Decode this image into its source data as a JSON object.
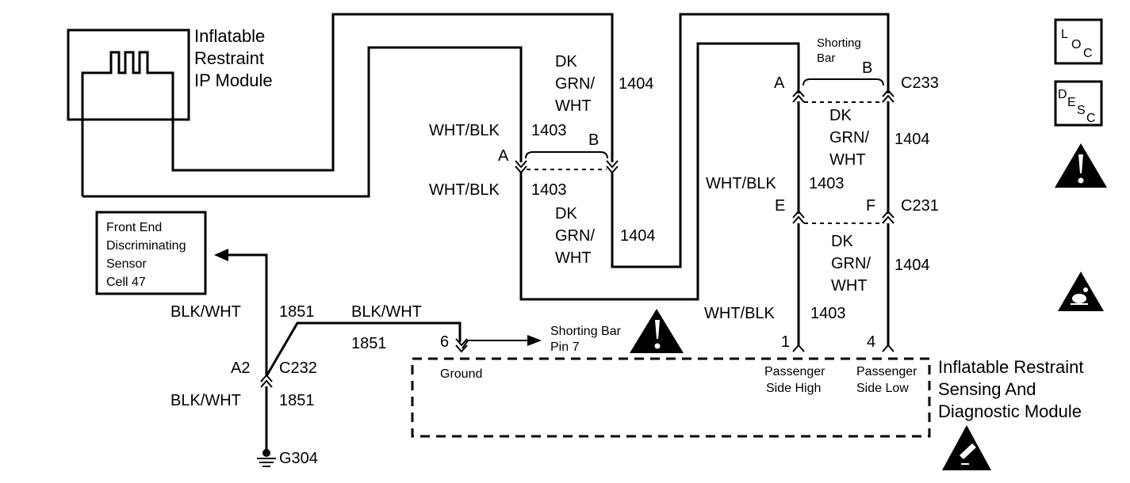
{
  "components": {
    "ip_module": [
      "Inflatable",
      "Restraint",
      "IP Module"
    ],
    "fed_sensor": [
      "Front End",
      "Discriminating",
      "Sensor",
      "Cell 47"
    ],
    "sdm": [
      "Inflatable Restraint",
      "Sensing And",
      "Diagnostic Module"
    ]
  },
  "wires": {
    "wht_blk": "WHT/BLK",
    "circ_1403": "1403",
    "dk": "DK",
    "grn": "GRN/",
    "wht": "WHT",
    "circ_1404": "1404",
    "blk_wht": "BLK/WHT",
    "circ_1851": "1851"
  },
  "connectors": {
    "c233": "C233",
    "c231": "C231",
    "c232": "C232",
    "g304": "G304"
  },
  "pins": {
    "a": "A",
    "b": "B",
    "e": "E",
    "f": "F",
    "a2": "A2",
    "six": "6",
    "one": "1",
    "four": "4"
  },
  "labels": {
    "shorting_bar": [
      "Shorting",
      "Bar"
    ],
    "shorting_bar_pin7": [
      "Shorting Bar",
      "Pin 7"
    ],
    "ground": "Ground",
    "pass_high": [
      "Passenger",
      "Side High"
    ],
    "pass_low": [
      "Passenger",
      "Side Low"
    ]
  },
  "side_icons": {
    "loc": [
      "L",
      "O",
      "C"
    ],
    "desc": [
      "D",
      "E",
      "S",
      "C"
    ]
  },
  "icon_names": [
    "warning-icon",
    "esd-icon",
    "airbag-icon"
  ]
}
